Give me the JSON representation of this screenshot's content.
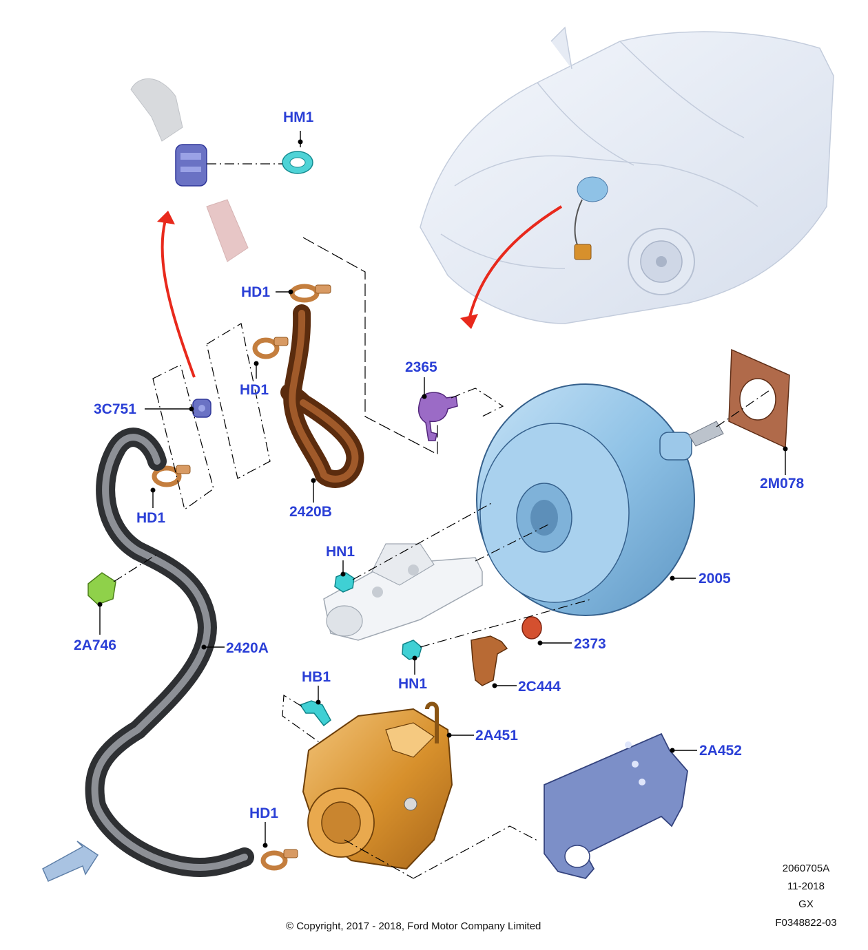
{
  "labels": {
    "hm1": "HM1",
    "hd1_top": "HD1",
    "hd1_mid": "HD1",
    "hd1_left": "HD1",
    "hd1_bottom": "HD1",
    "c3751": "3C751",
    "p2365": "2365",
    "p2420b": "2420B",
    "p2m078": "2M078",
    "hn1_top": "HN1",
    "hn1_bottom": "HN1",
    "p2005": "2005",
    "p2a746": "2A746",
    "p2420a": "2420A",
    "p2373": "2373",
    "p2c444": "2C444",
    "hb1": "HB1",
    "p2a451": "2A451",
    "p2a452": "2A452"
  },
  "footer": {
    "copyright": "© Copyright, 2017 - 2018, Ford Motor Company Limited",
    "ref_code": "2060705A",
    "date": "11-2018",
    "variant": "GX",
    "figure_id": "F0348822-03"
  },
  "colors": {
    "callout": "#2a3fd6",
    "booster": "#8fc2e6",
    "pump": "#d7902c",
    "hose": "#5a5c60",
    "hose_brown": "#7a3d16",
    "clamp": "#d89a63",
    "arrow_red": "#e8291c",
    "bracket": "#7c8fc8"
  }
}
